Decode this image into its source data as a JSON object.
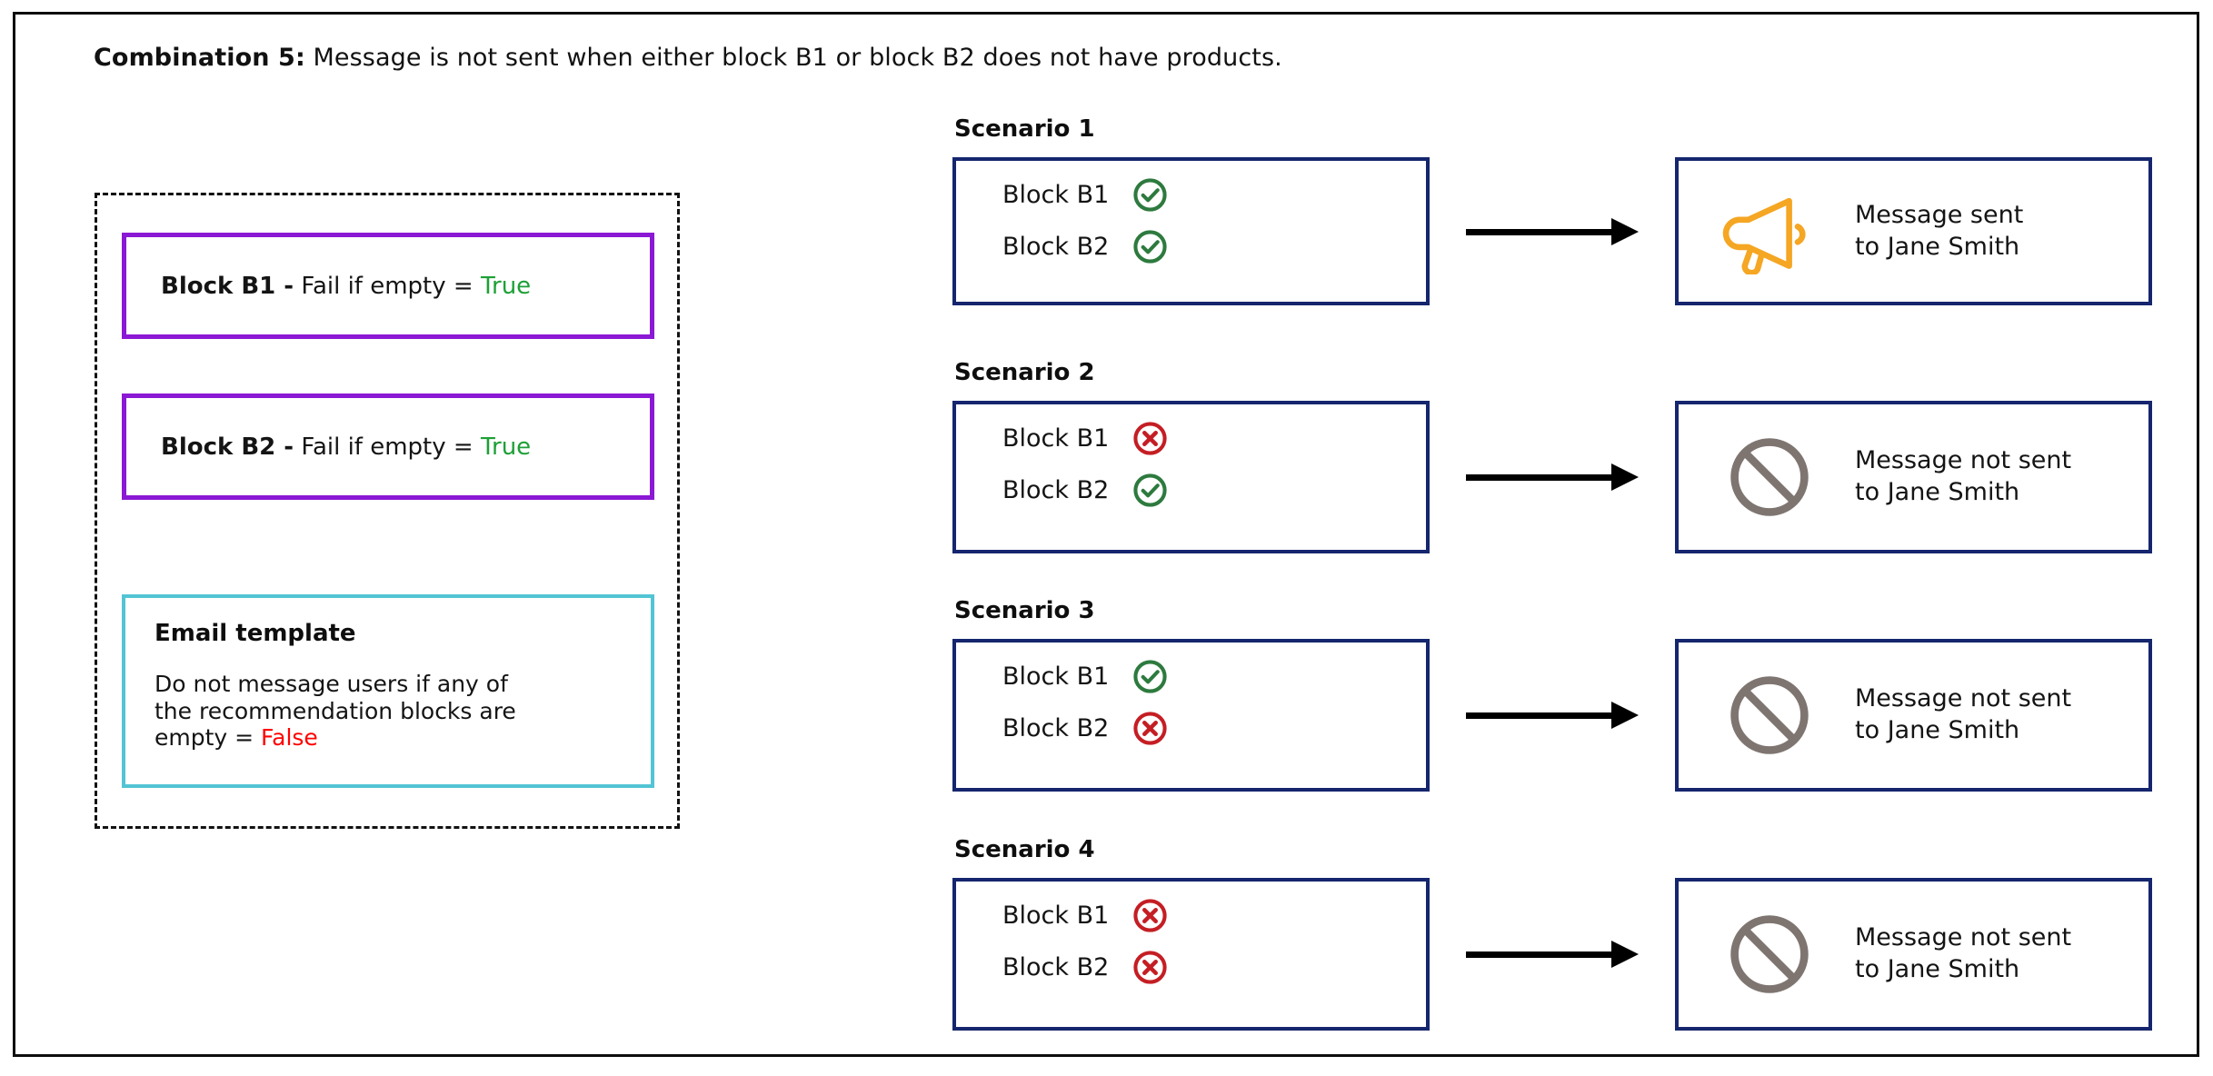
{
  "title": {
    "lead": "Combination 5:",
    "rest": " Message is not sent when either block B1 or block B2 does not have products."
  },
  "config_panel": {
    "blocks": [
      {
        "name": "Block B1 -",
        "setting": " Fail if empty = ",
        "value": "True",
        "value_color": "#1EA037",
        "border_color": "#8B18D4"
      },
      {
        "name": "Block B2 -",
        "setting": " Fail if empty = ",
        "value": "True",
        "value_color": "#1EA037",
        "border_color": "#8B18D4"
      }
    ],
    "email_template": {
      "heading": "Email template",
      "body_line1": "Do not message users if any of",
      "body_line2": "the recommendation blocks are",
      "body_line3_prefix": "empty = ",
      "body_value": "False",
      "value_color": "#FF0000",
      "border_color": "#52C4D4"
    }
  },
  "scenarios": [
    {
      "label": "Scenario 1",
      "rows": [
        {
          "block": "Block B1",
          "status": "check-circle-icon"
        },
        {
          "block": "Block B2",
          "status": "check-circle-icon"
        }
      ],
      "result": {
        "icon": "megaphone-icon",
        "line1": "Message sent",
        "line2": "to Jane Smith"
      }
    },
    {
      "label": "Scenario 2",
      "rows": [
        {
          "block": "Block B1",
          "status": "x-circle-icon"
        },
        {
          "block": "Block B2",
          "status": "check-circle-icon"
        }
      ],
      "result": {
        "icon": "prohibited-icon",
        "line1": "Message not sent",
        "line2": "to Jane Smith"
      }
    },
    {
      "label": "Scenario 3",
      "rows": [
        {
          "block": "Block B1",
          "status": "check-circle-icon"
        },
        {
          "block": "Block B2",
          "status": "x-circle-icon"
        }
      ],
      "result": {
        "icon": "prohibited-icon",
        "line1": "Message not sent",
        "line2": "to Jane Smith"
      }
    },
    {
      "label": "Scenario 4",
      "rows": [
        {
          "block": "Block B1",
          "status": "x-circle-icon"
        },
        {
          "block": "Block B2",
          "status": "x-circle-icon"
        }
      ],
      "result": {
        "icon": "prohibited-icon",
        "line1": "Message not sent",
        "line2": "to Jane Smith"
      }
    }
  ],
  "colors": {
    "frame": "#0d0d0d",
    "navy": "#15266E",
    "purple": "#8B18D4",
    "teal": "#52C4D4",
    "green": "#2D7A3E",
    "red": "#C41E24",
    "orange": "#F5A623",
    "gray": "#7E7571"
  }
}
